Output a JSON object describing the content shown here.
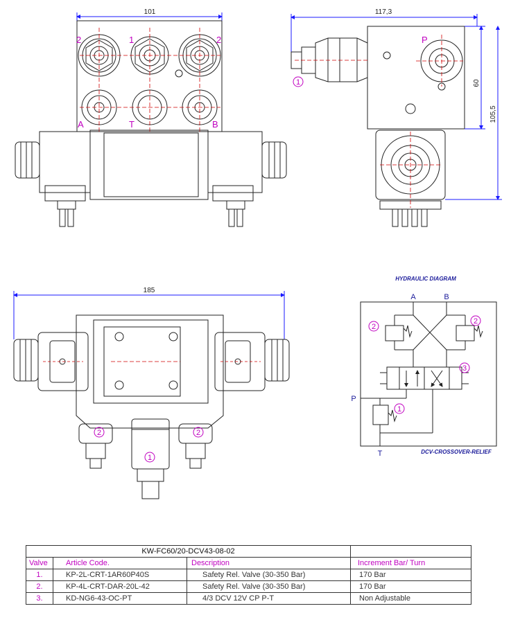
{
  "dimensions": {
    "front_width": "101",
    "side_width": "117,3",
    "side_height_short": "60",
    "side_height_total": "105,5",
    "top_width": "185"
  },
  "port_labels": {
    "front": [
      "2",
      "1",
      "2",
      "A",
      "T",
      "B"
    ],
    "side_p": "P",
    "hyd_a": "A",
    "hyd_b": "B",
    "hyd_p": "P",
    "hyd_t": "T"
  },
  "callouts": {
    "one": "1",
    "two": "2",
    "three": "3"
  },
  "hydraulic": {
    "title": "HYDRAULIC DIAGRAM",
    "subtitle": "DCV-CROSSOVER-RELIEF"
  },
  "bom": {
    "title": "KW-FC60/20-DCV43-08-02",
    "headers": [
      "Valve",
      "Article Code.",
      "Description",
      "Increment Bar/ Turn"
    ],
    "rows": [
      [
        "1.",
        "KP-2L-CRT-1AR60P40S",
        "Safety Rel. Valve (30-350 Bar)",
        "170 Bar"
      ],
      [
        "2.",
        "KP-4L-CRT-DAR-20L-42",
        "Safety Rel. Valve (30-350 Bar)",
        "170 Bar"
      ],
      [
        "3.",
        "KD-NG6-43-OC-PT",
        "4/3 DCV 12V CP P-T",
        "Non Adjustable"
      ]
    ]
  },
  "colors": {
    "line": "#222222",
    "dimension": "#1a1aff",
    "callout": "#c000c0",
    "centerline": "#d00000",
    "title_blue": "#1a1a9a"
  }
}
